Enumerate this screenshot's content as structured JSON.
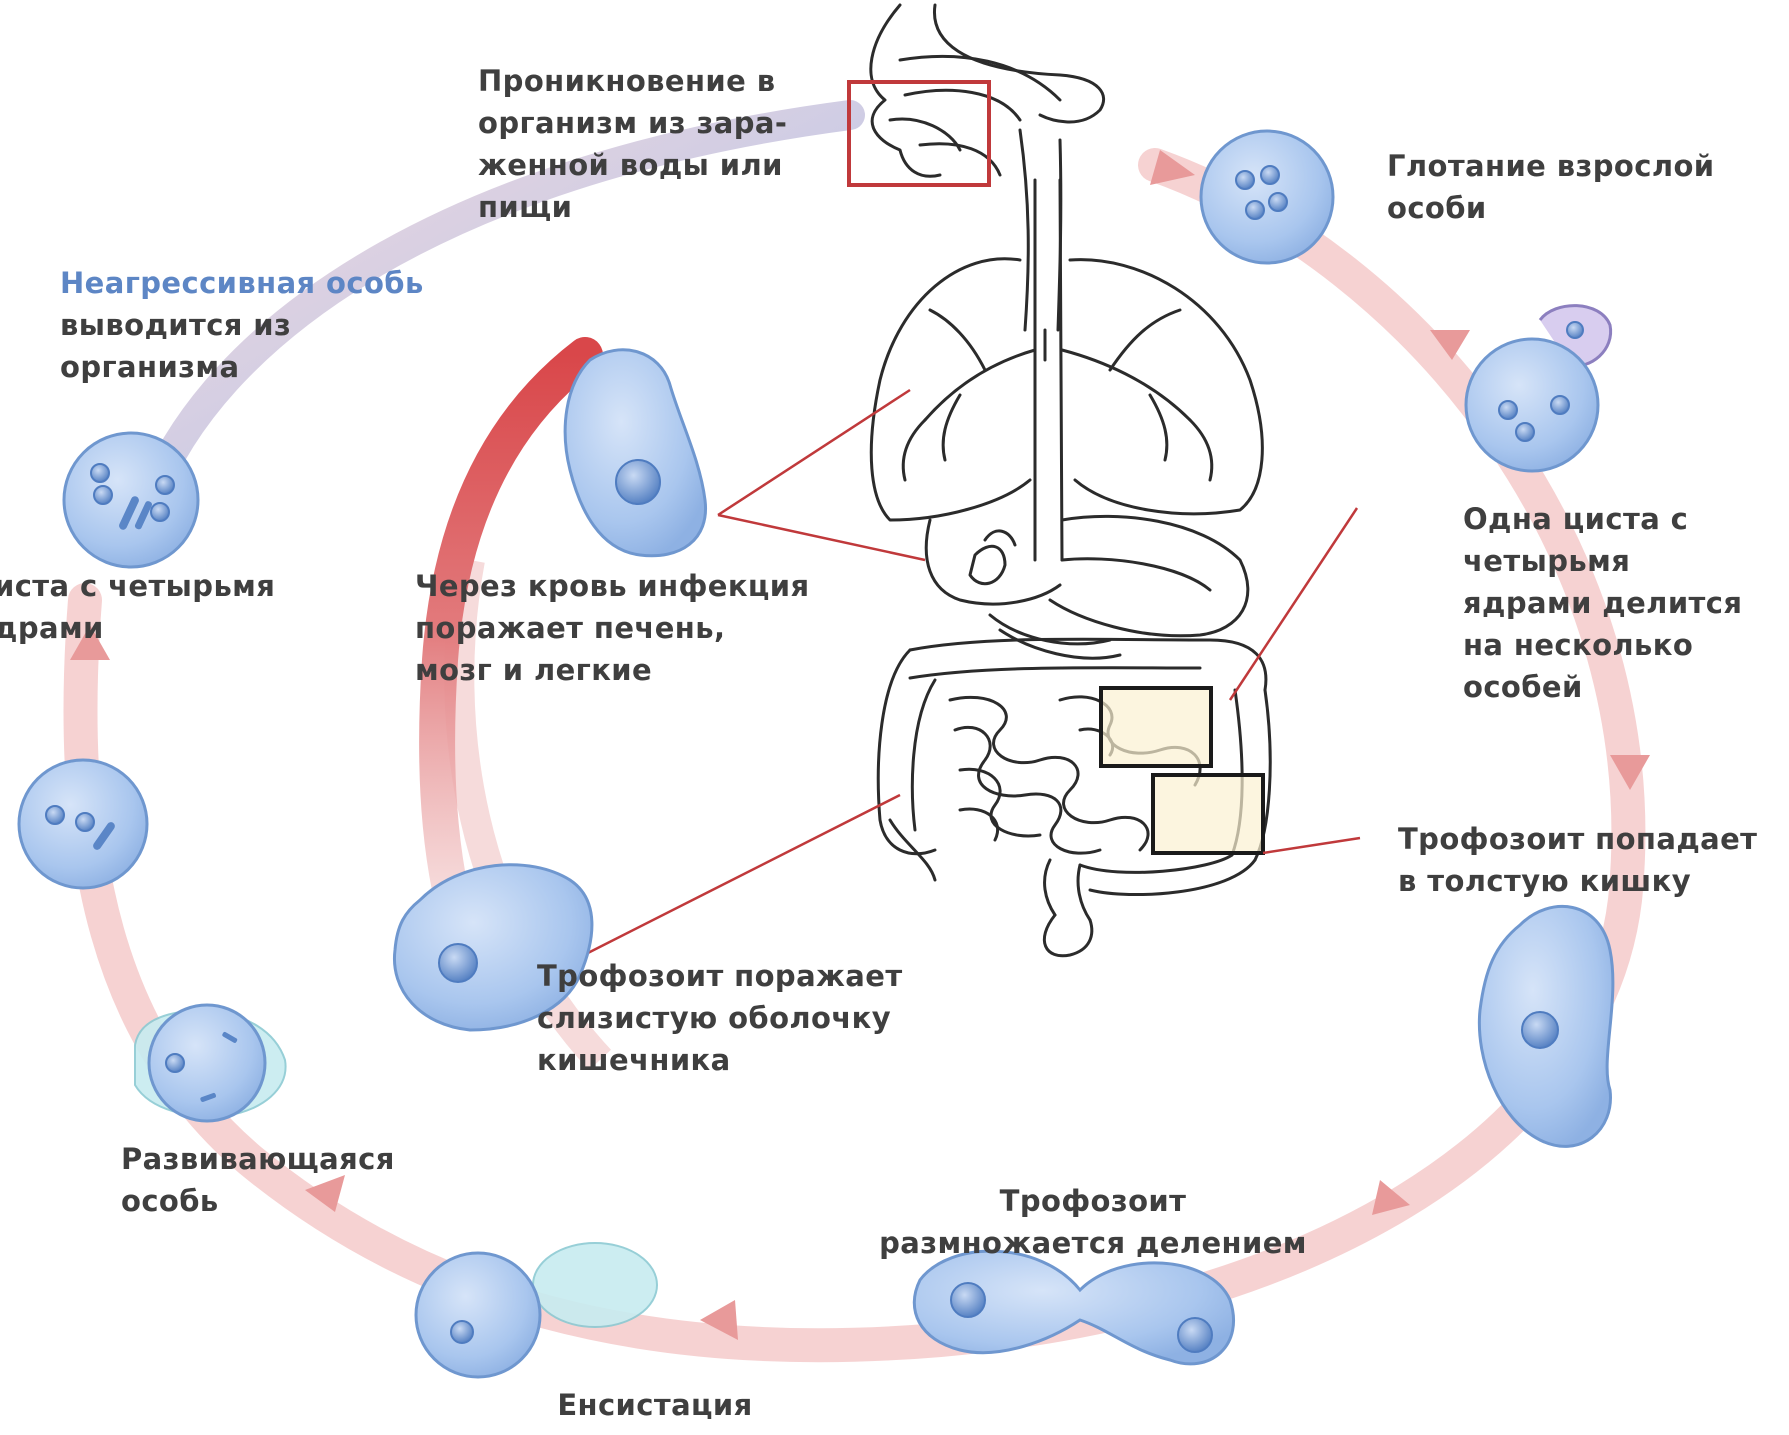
{
  "colors": {
    "cycle_ring": "#f4caca",
    "cycle_arrow": "#e89a9a",
    "blood_arrow": "#d9534f",
    "exit_arc": "#a9bde8",
    "cell_fill": "#a9c6ee",
    "cell_stroke": "#6f97cf",
    "nucleus": "#5a86c7",
    "highlight_box": "#c0393b",
    "zoom_box": "#1a1a1a",
    "label_text": "#3f3f3f",
    "label_blue": "#5d86c5",
    "pointer_line": "#c0393b"
  },
  "labels": {
    "entry": [
      "Проникновение в",
      "организм из зара-",
      "женной воды или",
      "пищи"
    ],
    "swallow": [
      "Глотание взрослой",
      "особи"
    ],
    "exit_highlight": "Неагрессивная особь",
    "exit_rest": [
      "выводится из",
      "организма"
    ],
    "cyst_four_nuclei": [
      "иста с четырьмя",
      "драми"
    ],
    "blood_infection": [
      "Через кровь инфекция",
      "поражает печень,",
      "мозг и легкие"
    ],
    "one_cyst_divides": [
      "Одна циста с",
      "четырьмя",
      "ядрами делится",
      "на несколько",
      "особей"
    ],
    "trophozoite_colon": [
      "Трофозоит попадает",
      "в толстую кишку"
    ],
    "trophozoite_mucosa": [
      "Трофозоит поражает",
      "слизистую оболочку",
      "кишечника"
    ],
    "developing": [
      "Развивающаяся",
      "особь"
    ],
    "trophozoite_division": [
      "Трофозоит",
      "размножается делением"
    ],
    "encystation": "Енсистация"
  }
}
